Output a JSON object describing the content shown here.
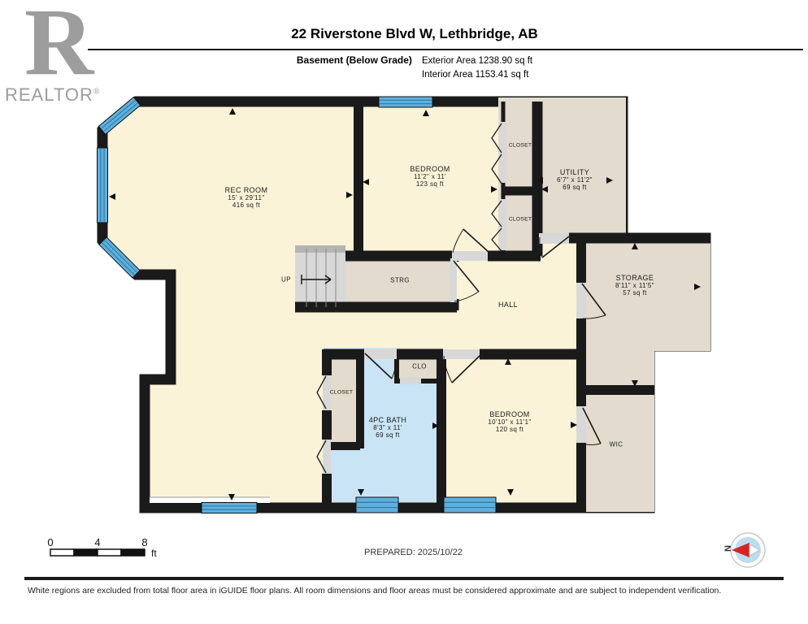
{
  "header": {
    "logo_letter": "R",
    "logo_brand": "REALTOR",
    "logo_registered": "®",
    "title": "22 Riverstone Blvd W, Lethbridge, AB",
    "floor_label": "Basement (Below Grade)",
    "exterior_area": "Exterior Area 1238.90 sq ft",
    "interior_area": "Interior Area 1153.41 sq ft"
  },
  "rooms": {
    "rec_room": {
      "name": "REC ROOM",
      "dims": "15' x 29'11\"",
      "area": "416 sq ft"
    },
    "bedroom_top": {
      "name": "BEDROOM",
      "dims": "11'2\" x 11'",
      "area": "123 sq ft"
    },
    "closet_top": {
      "name": "CLOSET"
    },
    "closet_mid": {
      "name": "CLOSET"
    },
    "utility": {
      "name": "UTILITY",
      "dims": "6'7\" x 11'2\"",
      "area": "69 sq ft"
    },
    "storage": {
      "name": "STORAGE",
      "dims": "8'11\" x 11'5\"",
      "area": "57 sq ft"
    },
    "strg": {
      "name": "STRG"
    },
    "hall": {
      "name": "HALL"
    },
    "up": {
      "name": "UP"
    },
    "clo": {
      "name": "CLO"
    },
    "closet_bath": {
      "name": "CLOSET"
    },
    "bath": {
      "name": "4PC BATH",
      "dims": "8'3\" x 11'",
      "area": "69 sq ft"
    },
    "bedroom_bottom": {
      "name": "BEDROOM",
      "dims": "10'10\" x 11'1\"",
      "area": "120 sq ft"
    },
    "wic": {
      "name": "WIC"
    }
  },
  "scale_bar": {
    "tick_0": "0",
    "tick_4": "4",
    "tick_8": "8",
    "unit": "ft"
  },
  "compass": {
    "north_label": "N"
  },
  "footer": {
    "prepared": "PREPARED: 2025/10/22",
    "disclaimer": "White regions are excluded from total floor area in iGUIDE floor plans. All room dimensions and floor areas must be considered approximate and are subject to independent verification."
  },
  "colors": {
    "room_fill": "#FBF3D8",
    "secondary_fill": "#E2DBCE",
    "bath_fill": "#C9E4F5",
    "window_blue": "#5FB0DC",
    "wall": "#1A1A1A"
  }
}
